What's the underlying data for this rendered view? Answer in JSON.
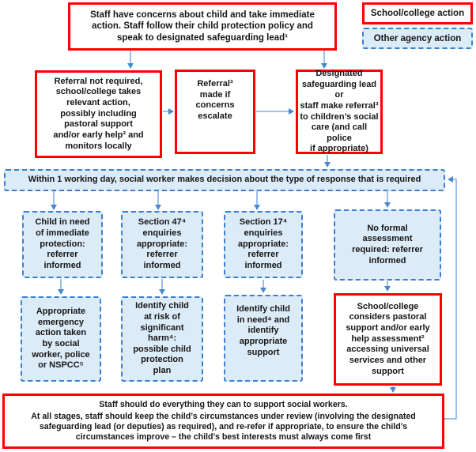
{
  "legend": {
    "school_college": "School/college action",
    "other_agency": "Other agency action"
  },
  "flow": {
    "top": "Staff have concerns about child and take immediate\naction. Staff follow their child protection policy and\nspeak to designated safeguarding lead¹",
    "no_referral": "Referral not required,\nschool/college takes\nrelevant action,\npossibly including\npastoral support\nand/or early help² and\nmonitors locally",
    "referral_escalate": "Referral³\nmade if\nconcerns\nescalate",
    "dsl_referral": "Designated\nsafeguarding lead or\nstaff make referral³\nto children’s social\ncare (and call police\nif appropriate)",
    "decision_banner": "Within 1 working day, social worker makes decision about the type of response that is required",
    "decisions": [
      "Child in need\nof immediate\nprotection:\nreferrer\ninformed",
      "Section 47⁴\nenquiries\nappropriate:\nreferrer\ninformed",
      "Section 17⁴\nenquiries\nappropriate:\nreferrer\ninformed",
      "No formal\nassessment\nrequired: referrer\ninformed"
    ],
    "actions": [
      "Appropriate\nemergency\naction taken\nby social\nworker, police\nor NSPCC⁵",
      "Identify child\nat risk of\nsignificant\nharm⁴:\npossible child\nprotection\nplan",
      "Identify child\nin need⁴ and\nidentify\nappropriate\nsupport",
      "School/college\nconsiders pastoral\nsupport and/or early\nhelp assessment²\naccessing universal\nservices and other\nsupport"
    ],
    "footer": {
      "line1": "Staff should do everything they can to support social workers.",
      "body": "At all stages, staff should keep the child’s circumstances under review (involving the designated\nsafeguarding lead (or deputies) as required), and re-refer if appropriate, to ensure the child’s\ncircumstances improve – the child’s best interests must always come first"
    }
  },
  "colors": {
    "school_college_border": "#ff0000",
    "agency_border": "#3a7fd2",
    "agency_fill": "#dcebf8",
    "arrow_line": "#8fb8e8",
    "arrow_head": "#4b87c9"
  }
}
